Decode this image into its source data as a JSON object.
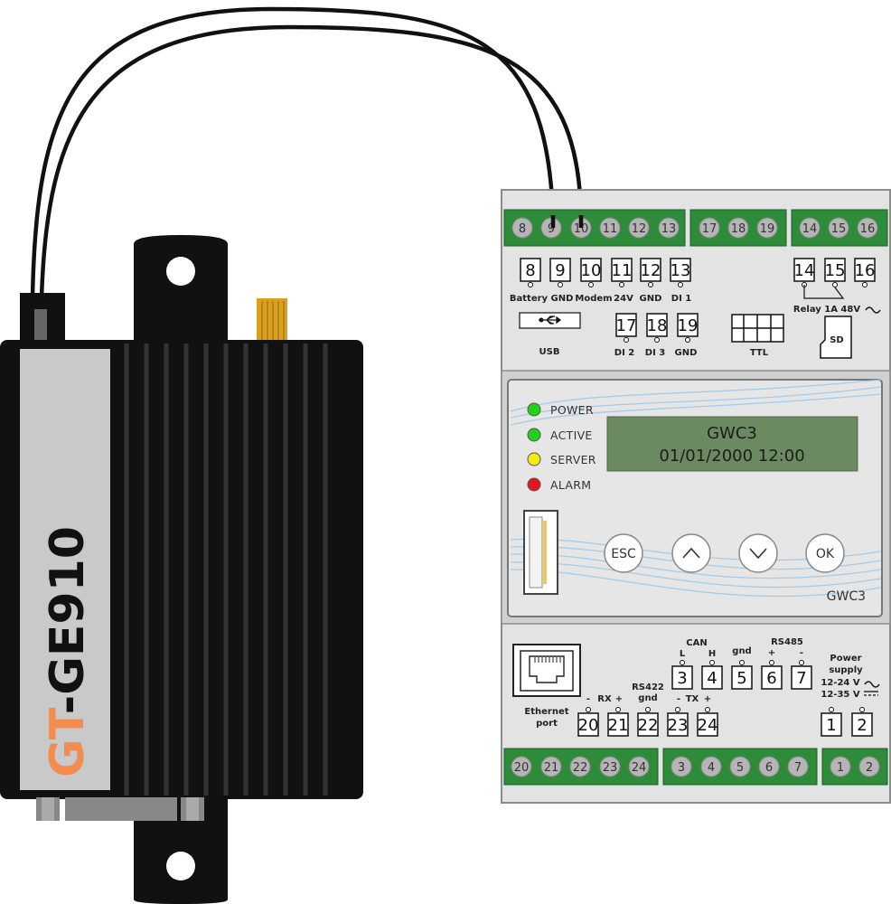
{
  "modem": {
    "brand_prefix": "GT",
    "brand_suffix": "-GE910",
    "prefix_color": "#f28c4f"
  },
  "controller": {
    "model": "GWC3",
    "lcd_line1": "GWC3",
    "lcd_line2": "01/01/2000 12:00",
    "leds": [
      {
        "label": "POWER",
        "color": "#22d11a"
      },
      {
        "label": "ACTIVE",
        "color": "#22d11a"
      },
      {
        "label": "SERVER",
        "color": "#f6ea10"
      },
      {
        "label": "ALARM",
        "color": "#e8141b"
      }
    ],
    "buttons": [
      "ESC",
      "^",
      "v",
      "OK"
    ],
    "top_terminals": {
      "group1": [
        "8",
        "9",
        "10",
        "11",
        "12",
        "13"
      ],
      "group2": [
        "17",
        "18",
        "19"
      ],
      "group3": [
        "14",
        "15",
        "16"
      ]
    },
    "bottom_terminals": {
      "group1": [
        "20",
        "21",
        "22",
        "23",
        "24"
      ],
      "group2": [
        "3",
        "4",
        "5",
        "6",
        "7"
      ],
      "group3": [
        "1",
        "2"
      ]
    },
    "top_labels": {
      "row1_boxes": [
        "8",
        "9",
        "10",
        "11",
        "12",
        "13"
      ],
      "row1_names": [
        "Battery",
        "GND",
        "Modem",
        "24V",
        "GND",
        "DI 1"
      ],
      "row2_boxes": [
        "17",
        "18",
        "19"
      ],
      "row2_names": [
        "DI 2",
        "DI 3",
        "GND"
      ],
      "relay_boxes": [
        "14",
        "15",
        "16"
      ],
      "relay_label": "Relay 1A 48V",
      "usb_label": "USB",
      "ttl_label": "TTL",
      "sd_label": "SD"
    },
    "bottom_labels": {
      "ethernet_label_1": "Ethernet",
      "ethernet_label_2": "port",
      "rx_label": "RX",
      "tx_label": "TX",
      "rs422_label_1": "RS422",
      "rs422_label_2": "gnd",
      "can_label": "CAN",
      "can_l": "L",
      "can_h": "H",
      "gnd_label": "gnd",
      "rs485_label": "RS485",
      "power_label_1": "Power",
      "power_label_2": "supply",
      "power_label_3": "12-24 V",
      "power_label_4": "12-35 V",
      "plus": "+",
      "minus": "-",
      "boxes_left": [
        "20",
        "21",
        "22",
        "23",
        "24"
      ],
      "boxes_mid": [
        "3",
        "4",
        "5",
        "6",
        "7"
      ],
      "boxes_power": [
        "1",
        "2"
      ]
    }
  }
}
